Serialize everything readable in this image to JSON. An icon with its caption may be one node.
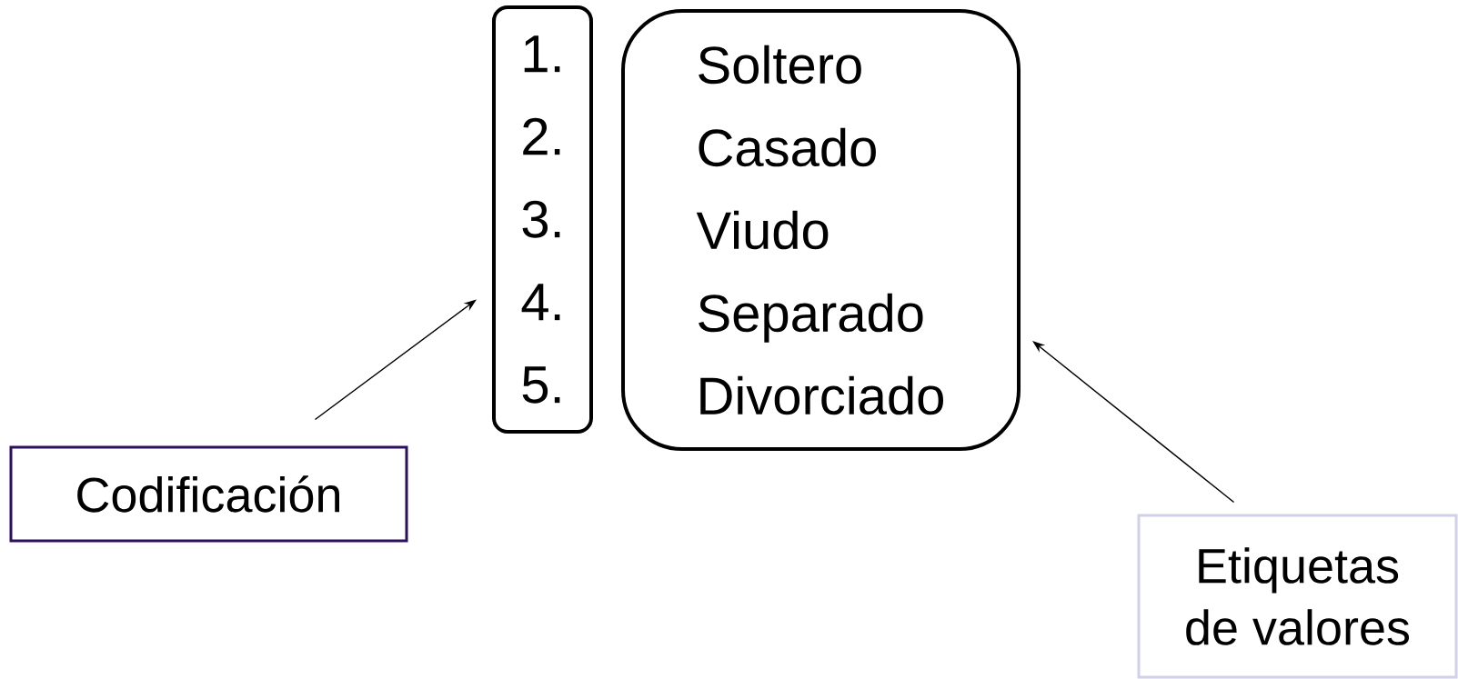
{
  "diagram": {
    "nodes": [
      {
        "text": [
          "1.",
          "2.",
          "3.",
          "4.",
          "5."
        ]
      },
      {
        "text": [
          "Soltero",
          "Casado",
          "Viudo",
          "Separado",
          "Divorciado"
        ]
      },
      {
        "text": [
          "Codificación"
        ]
      },
      {
        "text": [
          "Etiquetas de valores"
        ]
      }
    ],
    "edges": [
      {
        "from": 2,
        "to": 0,
        "arrow": "to"
      },
      {
        "from": 3,
        "to": 1,
        "arrow": "to"
      }
    ]
  }
}
